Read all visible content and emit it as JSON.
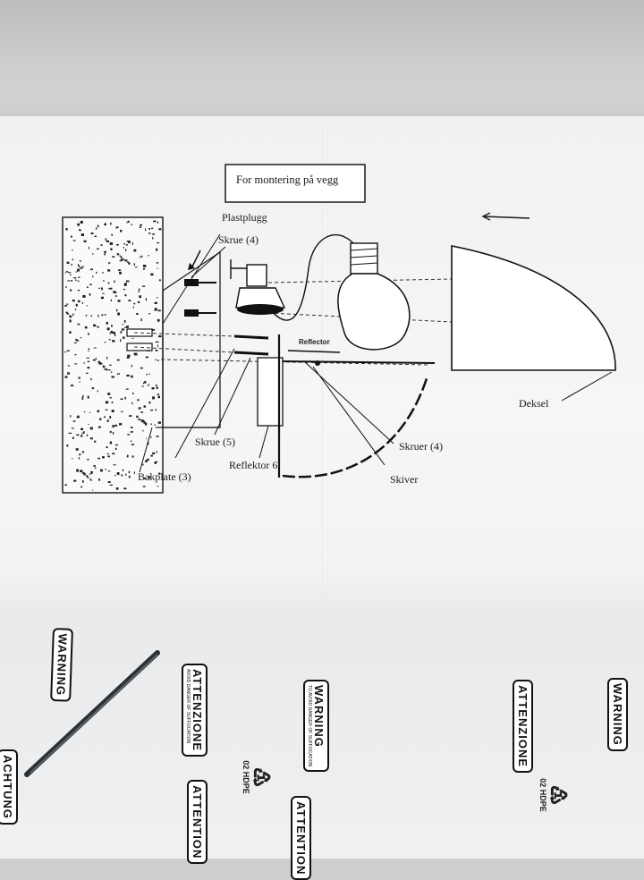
{
  "diagram": {
    "title": "For montering på vegg",
    "labels": {
      "plastplugg": "Plastplugg",
      "skrue_4": "Skrue (4)",
      "reflector": "Reflector",
      "skrue_5": "Skrue (5)",
      "bakplate": "Bakplate (3)",
      "reflektor": "Reflektor 6",
      "skruer": "Skruer (4)",
      "skiver": "Skiver",
      "deksel": "Deksel"
    }
  },
  "bag": {
    "warnings": [
      "WARNING",
      "ATTENZIONE",
      "WARNING",
      "ACHTUNG",
      "ATTENTION",
      "ATTENTION",
      "ATTENZIONE",
      "WARNING"
    ],
    "recycle_code": "02",
    "recycle_label": "HDPE"
  },
  "colors": {
    "paper": "#f3f3f1",
    "ink": "#1a1a1a",
    "table": "#c4c4c2"
  }
}
